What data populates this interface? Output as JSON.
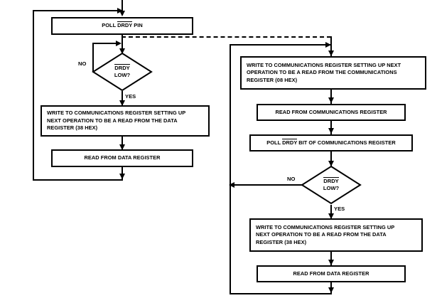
{
  "diagram": {
    "title": "AD7714 serial interface data read flowchart",
    "line_color": "#000000",
    "background": "#ffffff",
    "nodes": {
      "poll_drdy_pin": "POLL DRDY PIN",
      "drdy_low_q_left_line1": "DRDY",
      "drdy_low_q_left_line2": "LOW?",
      "write_comms_data_left": "WRITE TO COMMUNICATIONS REGISTER SETTING UP\nNEXT OPERATION TO BE A READ FROM THE DATA\nREGISTER (38 HEX)",
      "read_data_register_left": "READ FROM DATA REGISTER",
      "write_comms_comms_right": "WRITE TO COMMUNICATIONS REGISTER SETTING UP NEXT\nOPERATION TO BE A READ FROM THE COMMUNICATIONS\nREGISTER (08 HEX)",
      "read_comms_register_right": "READ FROM COMMUNICATIONS REGISTER",
      "poll_drdy_bit_right_pre": "POLL ",
      "poll_drdy_bit_right_sig": "DRDY",
      "poll_drdy_bit_right_post": " BIT OF COMMUNICATIONS REGISTER",
      "drdy_low_q_right_line1": "DRDY",
      "drdy_low_q_right_line2": "LOW?",
      "write_comms_data_right": "WRITE TO COMMUNICATIONS REGISTER SETTING UP\nNEXT OPERATION TO BE A READ FROM THE DATA\nREGISTER (38 HEX)",
      "read_data_register_right": "READ FROM DATA REGISTER"
    },
    "edge_labels": {
      "left_no": "NO",
      "left_yes": "YES",
      "right_no": "NO",
      "right_yes": "YES"
    },
    "poll_pin_prefix": "POLL ",
    "poll_pin_signal": "DRDY",
    "poll_pin_suffix": " PIN"
  }
}
